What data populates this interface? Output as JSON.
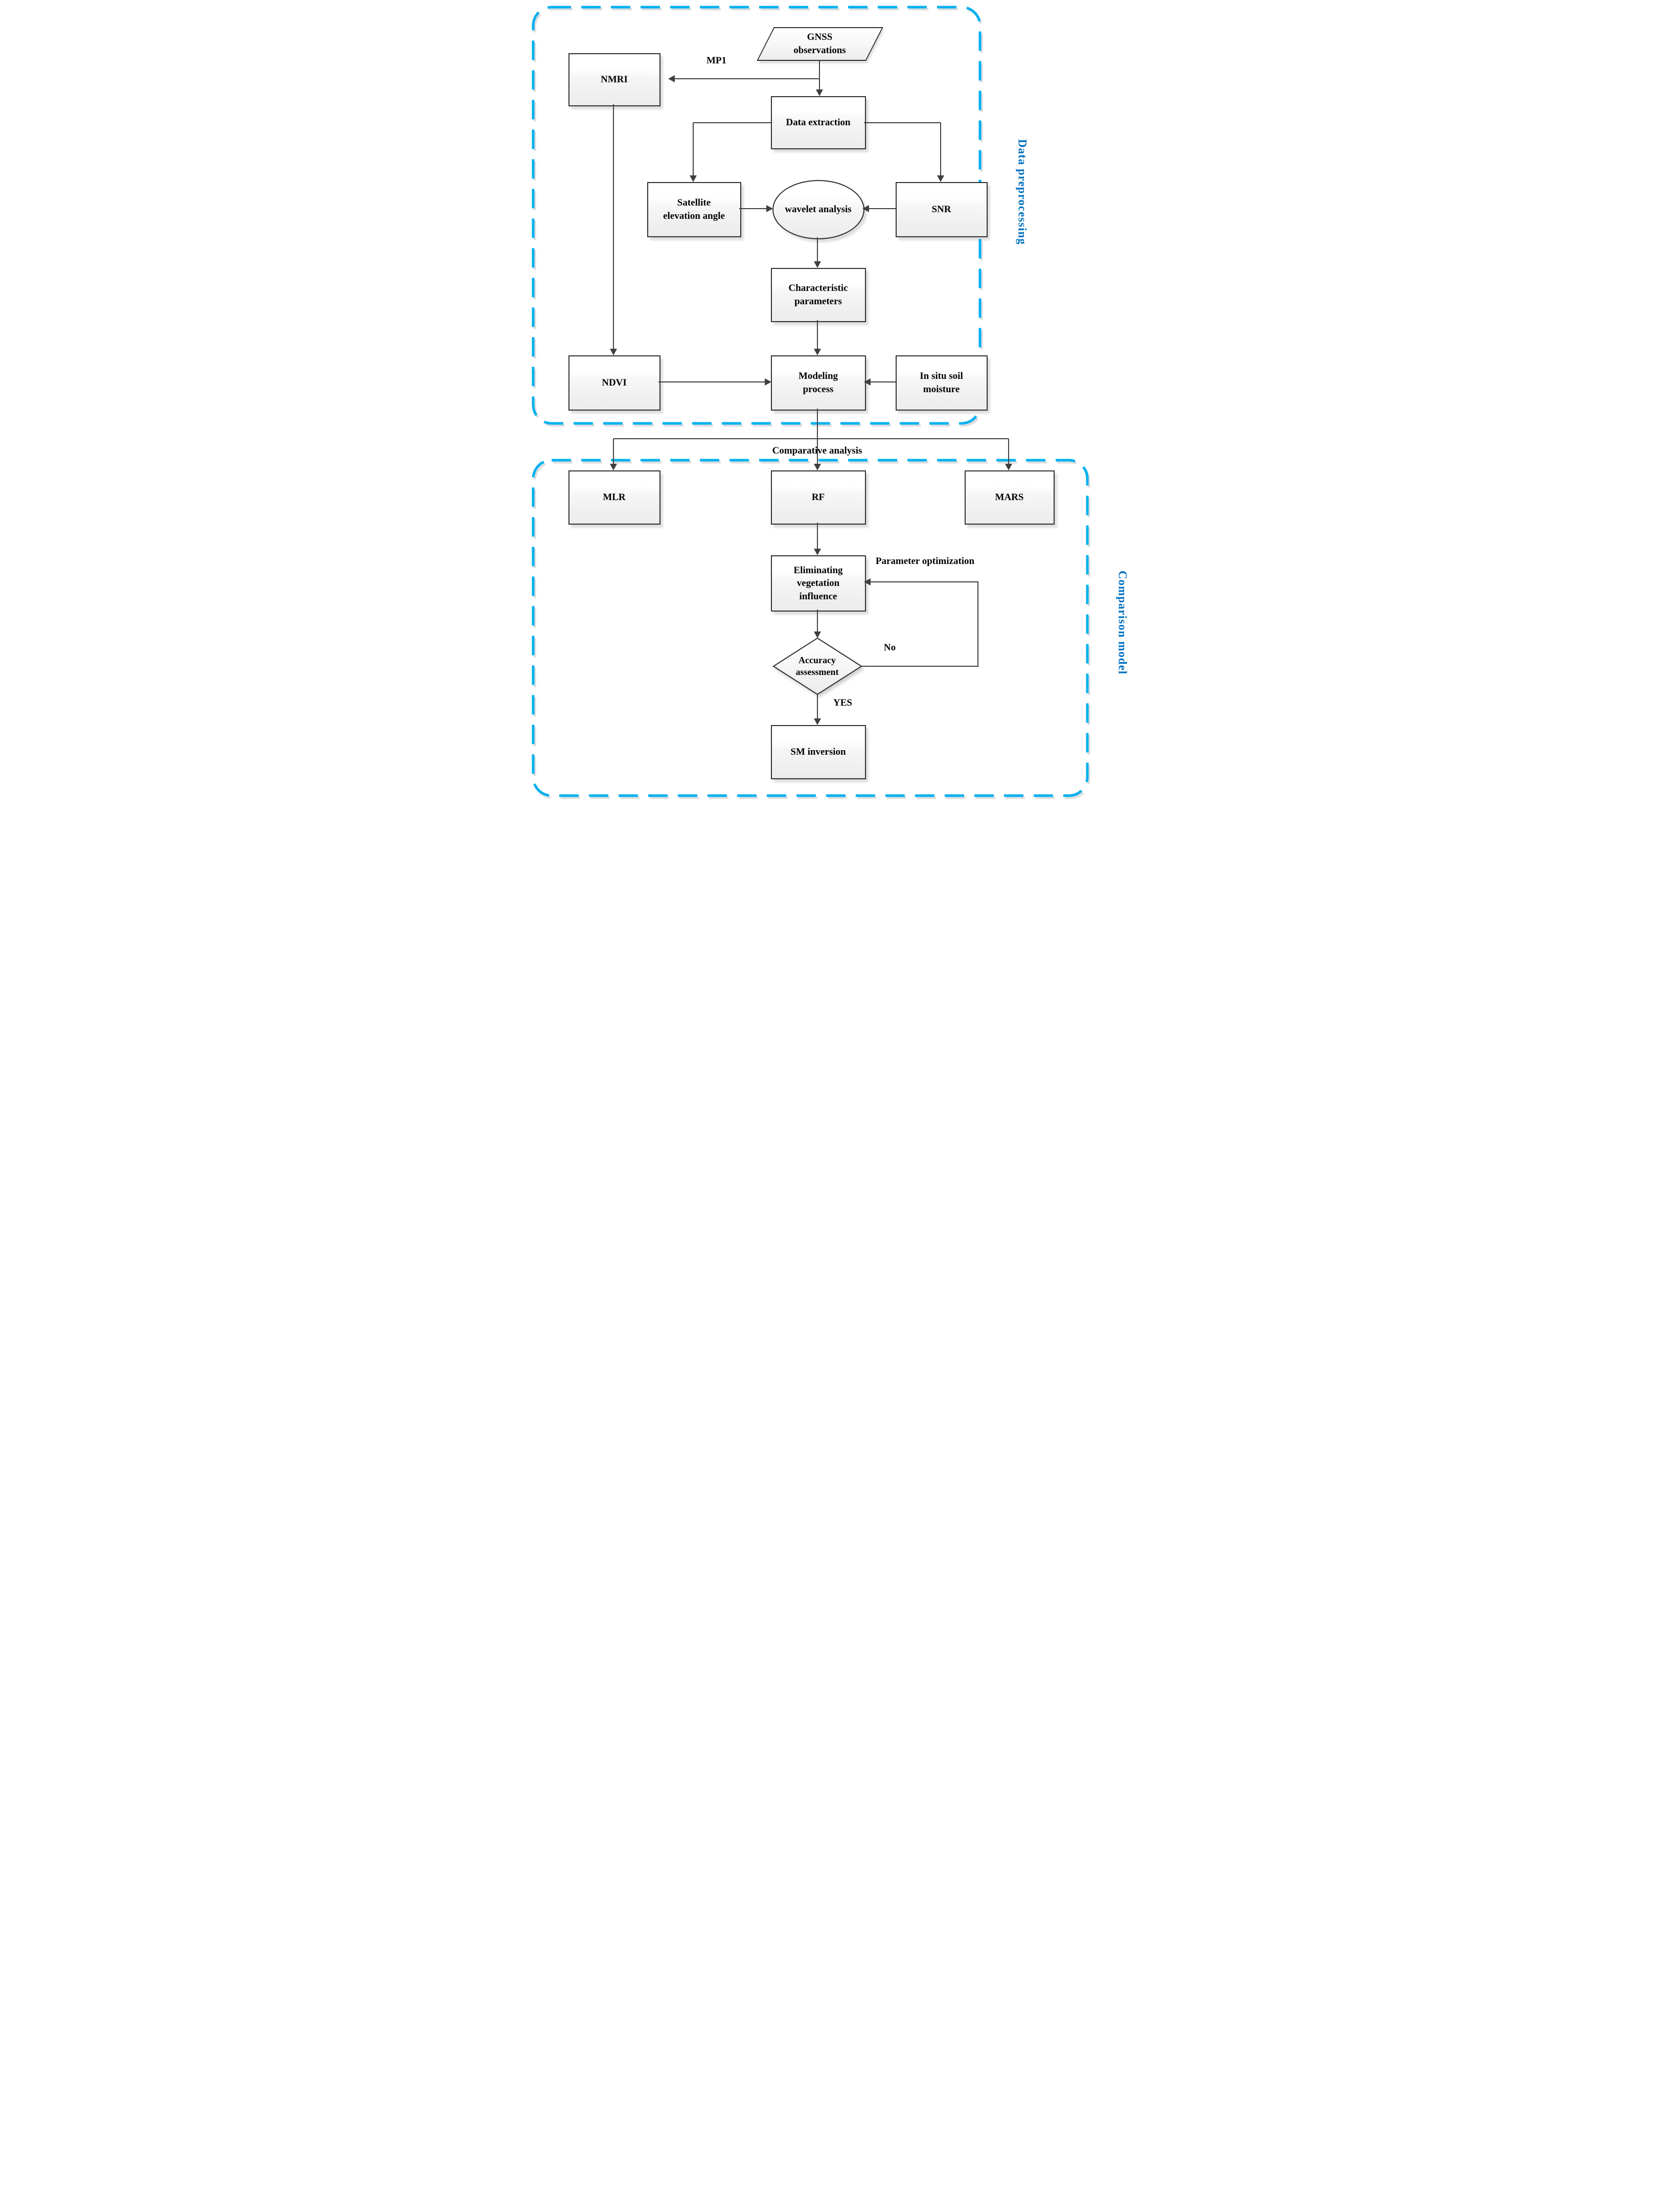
{
  "diagram": {
    "sections": [
      {
        "label": "Data preprocessing"
      },
      {
        "label": "Comparison model"
      }
    ],
    "nodes": {
      "gnss": "GNSS\nobservations",
      "nmri": "NMRI",
      "data_extraction": "Data extraction",
      "satellite_elevation": "Satellite\nelevation angle",
      "wavelet": "wavelet analysis",
      "snr": "SNR",
      "characteristic": "Characteristic\nparameters",
      "ndvi": "NDVI",
      "modeling": "Modeling\nprocess",
      "in_situ": "In situ soil\nmoisture",
      "mlr": "MLR",
      "rf": "RF",
      "mars": "MARS",
      "eliminating": "Eliminating\nvegetation\ninfluence",
      "accuracy": "Accuracy\nassessment",
      "sm_inversion": "SM inversion"
    },
    "edge_labels": {
      "mp1": "MP1",
      "comparative": "Comparative analysis",
      "parameter_opt": "Parameter optimization",
      "no": "No",
      "yes": "YES"
    },
    "colors": {
      "section_border": "#00B0F0",
      "section_label": "#0070C0",
      "connector": "#3F3F3F",
      "node_border": "#2F2F2F"
    }
  }
}
